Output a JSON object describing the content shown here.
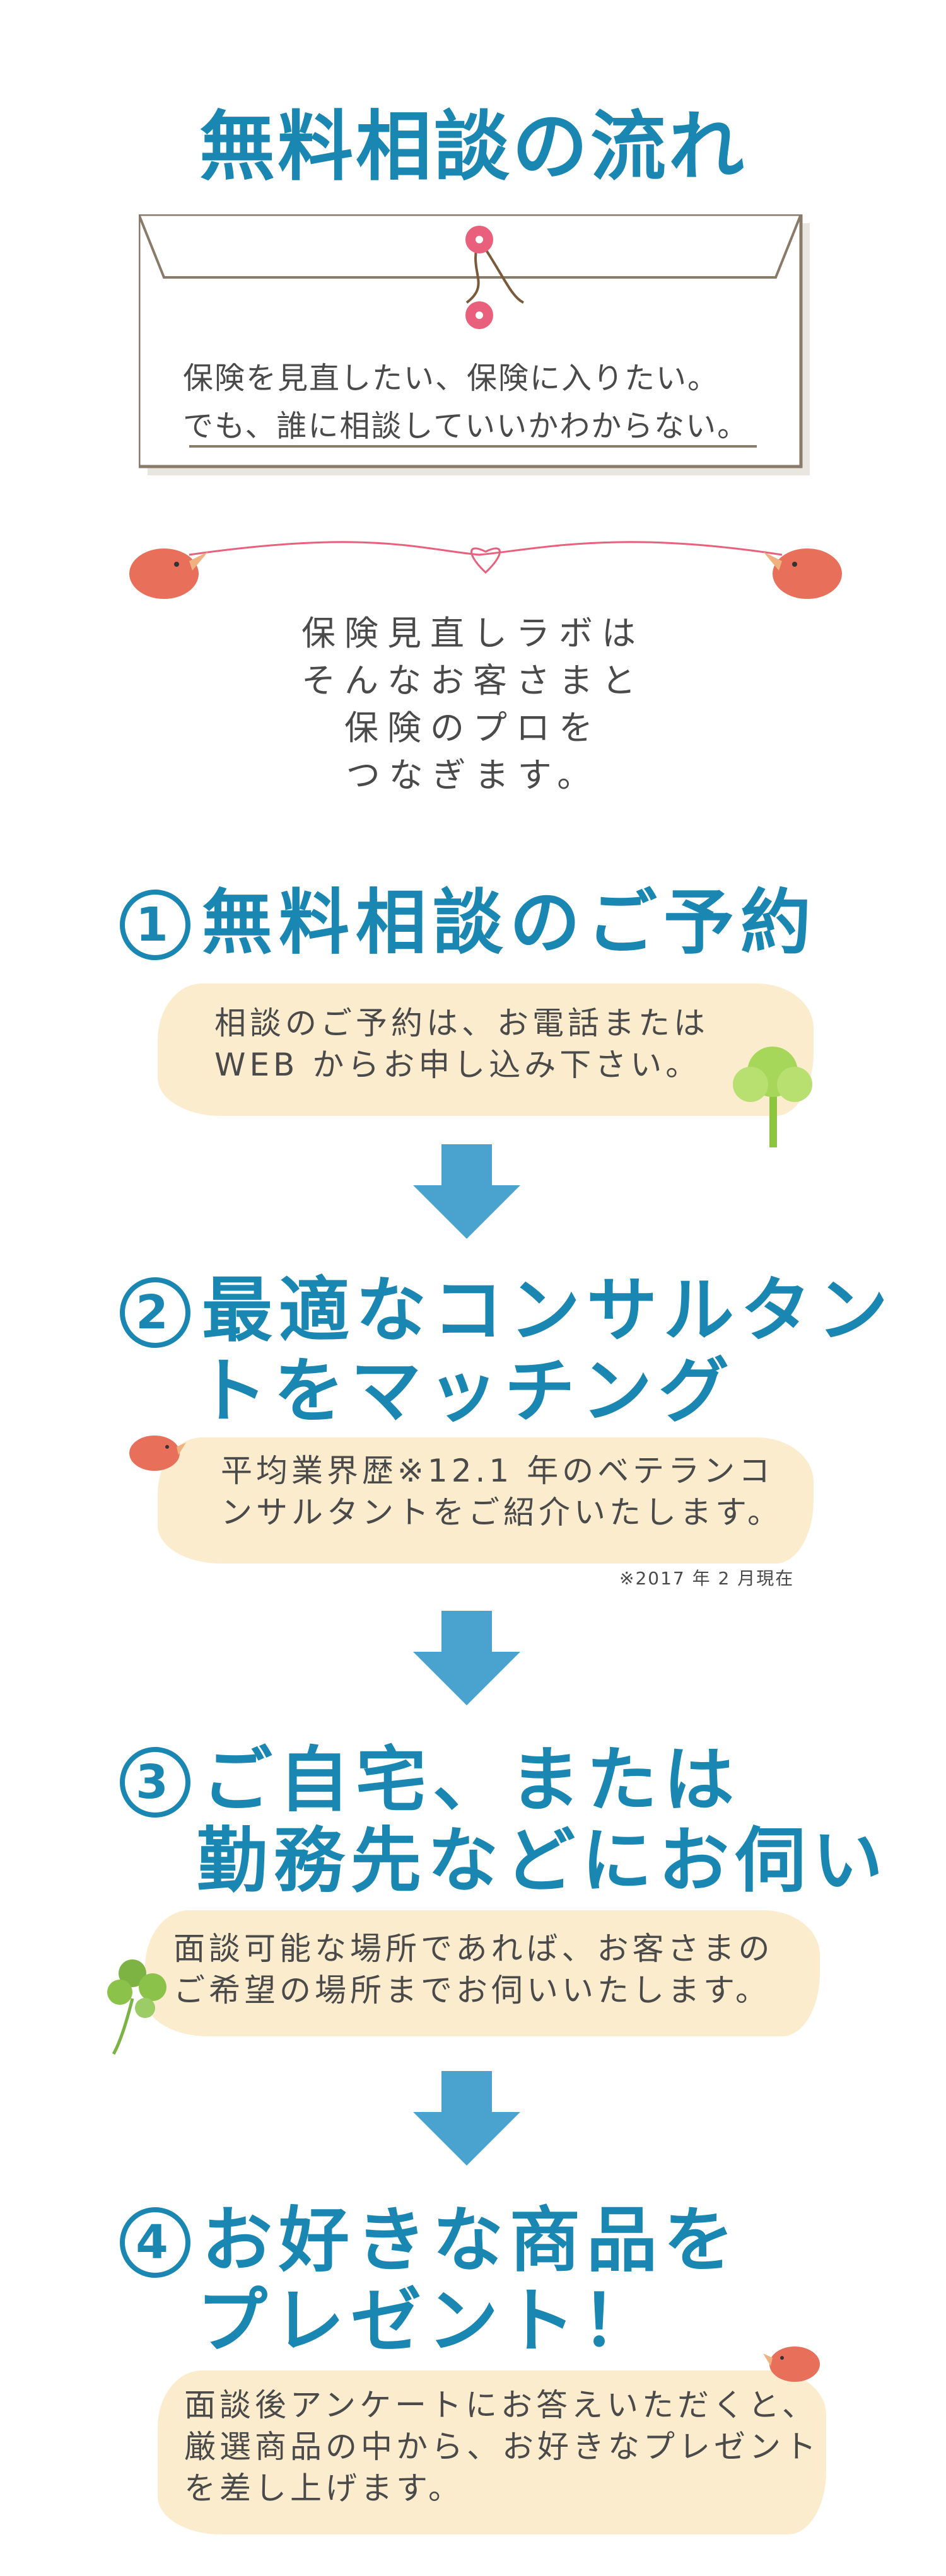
{
  "title": "無料相談の流れ",
  "intro": {
    "line1": "保険を見直したい、保険に入りたい。",
    "line2": "でも、誰に相談していいかわからない。"
  },
  "tagline": [
    "保険見直しラボは",
    "そんなお客さまと",
    "保険のプロを",
    "つなぎます。"
  ],
  "steps": [
    {
      "num": "1",
      "title": [
        "無料相談のご予約"
      ],
      "desc": [
        "相談のご予約は、お電話または",
        "WEB からお申し込み下さい。"
      ]
    },
    {
      "num": "2",
      "title": [
        "最適なコンサルタン",
        "トをマッチング"
      ],
      "desc": [
        "平均業界歴※12.1 年のベテランコ",
        "ンサルタントをご紹介いたします。"
      ],
      "note": "※2017 年 2 月現在"
    },
    {
      "num": "3",
      "title": [
        "ご自宅、または",
        "勤務先などにお伺い"
      ],
      "desc": [
        "面談可能な場所であれば、お客さまの",
        "ご希望の場所までお伺いいたします。"
      ]
    },
    {
      "num": "4",
      "title": [
        "お好きな商品を",
        "プレゼント！"
      ],
      "desc": [
        "面談後アンケートにお答えいただくと、",
        "厳選商品の中から、お好きなプレゼント",
        "を差し上げます。"
      ]
    }
  ],
  "colors": {
    "accent": "#1a86b2",
    "blob": "#fbeccd",
    "pink": "#e8607c"
  }
}
